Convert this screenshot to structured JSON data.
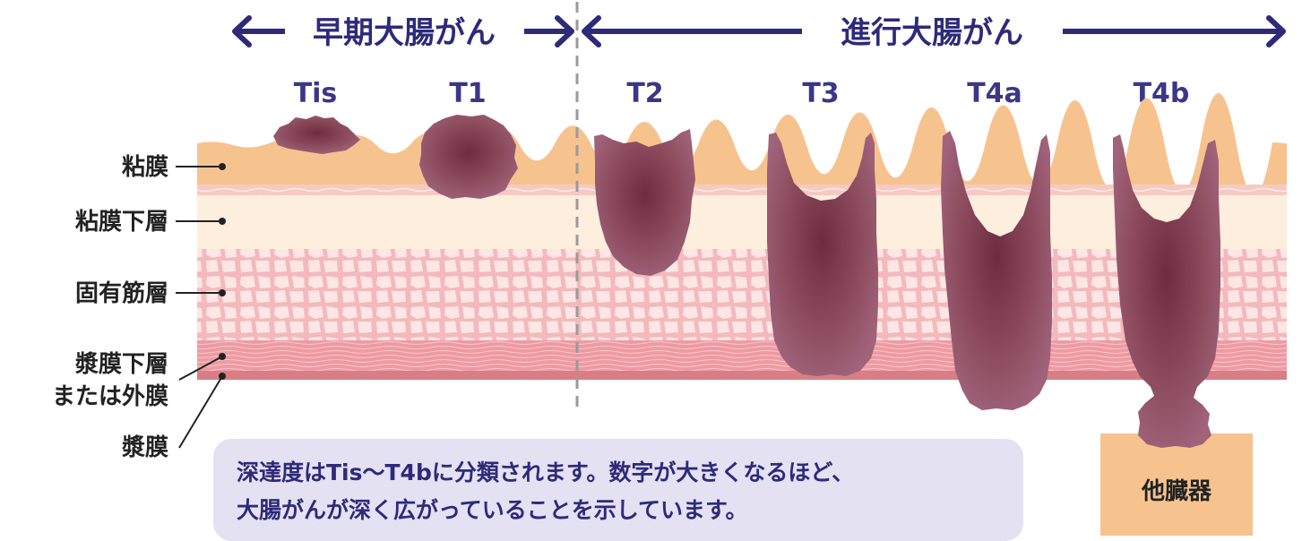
{
  "header": {
    "early_label": "早期大腸がん",
    "advanced_label": "進行大腸がん"
  },
  "stages": {
    "tis": "Tis",
    "t1": "T1",
    "t2": "T2",
    "t3": "T3",
    "t4a": "T4a",
    "t4b": "T4b"
  },
  "layers": {
    "mucosa": "粘膜",
    "submucosa": "粘膜下層",
    "muscularis": "固有筋層",
    "subserosa_line1": "漿膜下層",
    "subserosa_line2": "または外膜",
    "serosa": "漿膜"
  },
  "caption": {
    "line1": "深達度はTis～T4bに分類されます。数字が大きくなるほど、",
    "line2": "大腸がんが深く広がっていることを示しています。"
  },
  "other_organ": "他臓器",
  "colors": {
    "header_navy": "#2e2a7a",
    "mucosa": "#f6c38f",
    "submucosa": "#fdeedd",
    "muscle": "#f8d3d0",
    "subserosa": "#ee9aa2",
    "serosa": "#d97e85",
    "tumor": "#8b4a5c",
    "caption_bg": "#e4e1f2"
  }
}
